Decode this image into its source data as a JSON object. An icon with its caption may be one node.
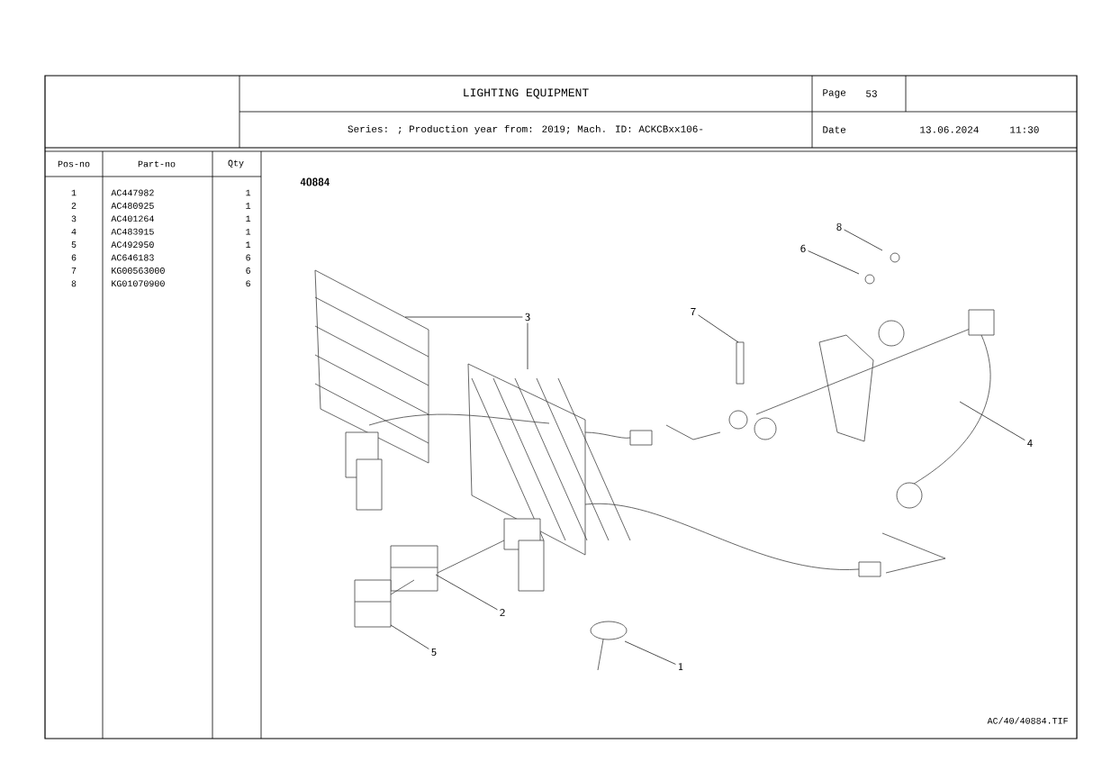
{
  "diagram": {
    "title": "LIGHTING EQUIPMENT",
    "nodes": [
      {
        "text": [
          "8"
        ]
      },
      {
        "text": [
          "6"
        ]
      },
      {
        "text": [
          "7"
        ]
      },
      {
        "text": [
          "3"
        ]
      },
      {
        "text": [
          "4"
        ]
      },
      {
        "text": [
          "2"
        ]
      },
      {
        "text": [
          "5"
        ]
      },
      {
        "text": [
          "1"
        ]
      }
    ],
    "edges": [
      {
        "from": 0,
        "to": null,
        "arrow": "none"
      },
      {
        "from": 1,
        "to": null,
        "arrow": "none"
      },
      {
        "from": 2,
        "to": null,
        "arrow": "none"
      },
      {
        "from": 3,
        "to": null,
        "arrow": "none"
      },
      {
        "from": 3,
        "to": null,
        "arrow": "none"
      },
      {
        "from": 4,
        "to": null,
        "arrow": "none"
      },
      {
        "from": 5,
        "to": null,
        "arrow": "none"
      },
      {
        "from": 6,
        "to": null,
        "arrow": "none"
      },
      {
        "from": 7,
        "to": null,
        "arrow": "none"
      }
    ],
    "labels": [
      "Page",
      "53",
      "Series: ; Production year from: 2019; Mach. ID: ACKCBxx106-",
      "Date",
      "13.06.2024",
      "11:30",
      "Pos-no",
      "Part-no",
      "Qty",
      "1",
      "AC447982",
      "1",
      "2",
      "AC480925",
      "1",
      "3",
      "AC401264",
      "1",
      "4",
      "AC483915",
      "1",
      "5",
      "AC492950",
      "1",
      "6",
      "AC646183",
      "6",
      "7",
      "KG00563000",
      "6",
      "8",
      "KG01070900",
      "6",
      "40884",
      "AC/40/40884.TIF"
    ]
  }
}
